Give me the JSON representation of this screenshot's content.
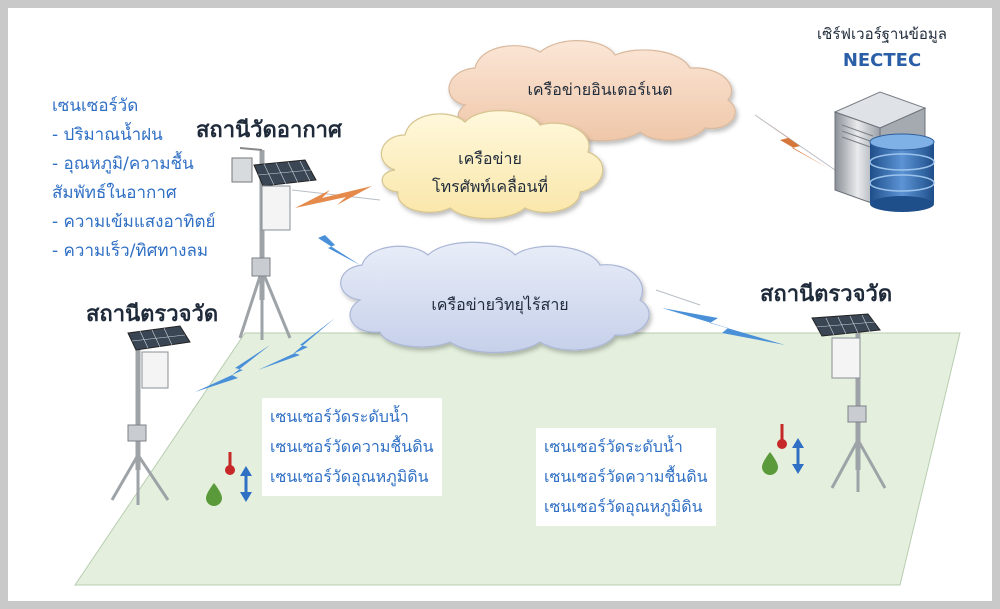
{
  "server": {
    "title": "เซิร์ฟเวอร์ฐานข้อมูล",
    "name": "NECTEC"
  },
  "clouds": {
    "internet": "เครือข่ายอินเตอร์เนต",
    "mobile_line1": "เครือข่าย",
    "mobile_line2": "โทรศัพท์เคลื่อนที่",
    "radio": "เครือข่ายวิทยุไร้สาย"
  },
  "weather_station": {
    "title": "สถานีวัดอากาศ",
    "sensor_heading": "เซนเซอร์วัด",
    "sensor_items": [
      "- ปริมาณน้ำฝน",
      "- อุณหภูมิ/ความชื้น",
      "สัมพัทธ์ในอากาศ",
      "- ความเข้มแสงอาทิตย์",
      "- ความเร็ว/ทิศทางลม"
    ]
  },
  "left_station": {
    "title": "สถานีตรวจวัด",
    "sensors": [
      "เซนเซอร์วัดระดับน้ำ",
      "เซนเซอร์วัดความชื้นดิน",
      "เซนเซอร์วัดอุณหภูมิดิน"
    ]
  },
  "right_station": {
    "title": "สถานีตรวจวัด",
    "sensors": [
      "เซนเซอร์วัดระดับน้ำ",
      "เซนเซอร์วัดความชื้นดิน",
      "เซนเซอร์วัดอุณหภูมิดิน"
    ]
  },
  "colors": {
    "cloud_orange": "#f6d9c4",
    "cloud_yellow": "#fff2c4",
    "cloud_blue": "#d8dff2",
    "field_green": "#e4f0dd",
    "lightning_blue": "#4a90d9",
    "lightning_orange": "#e58a4a",
    "text_blue": "#2f6fc4"
  }
}
